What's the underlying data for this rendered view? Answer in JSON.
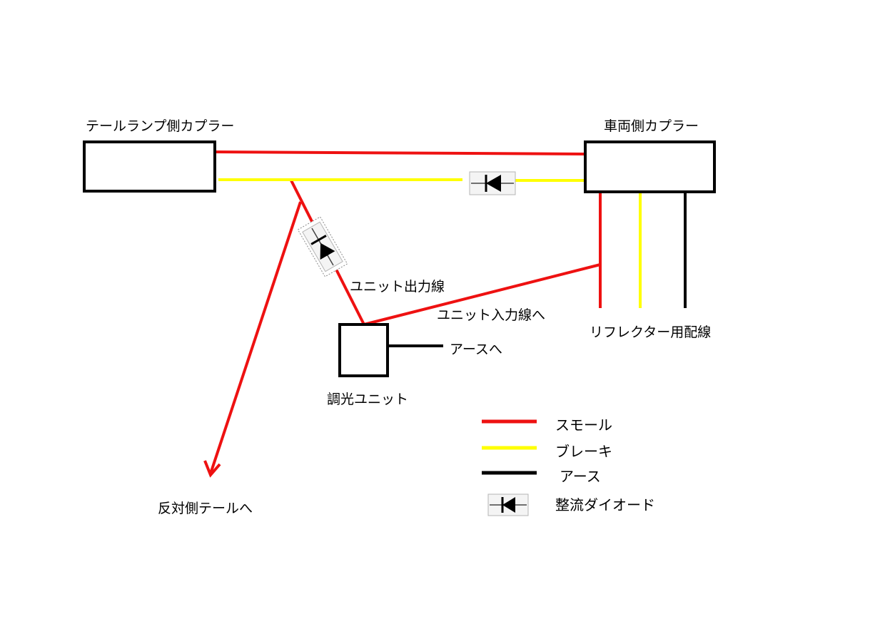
{
  "colors": {
    "small": "#ee1111",
    "brake": "#ffff00",
    "ground": "#000000",
    "diode": "#000000"
  },
  "labels": {
    "tail_coupler": "テールランプ側カプラー",
    "vehicle_coupler": "車両側カプラー",
    "unit_output": "ユニット出力線",
    "unit_input": "ユニット入力線へ",
    "reflector_wiring": "リフレクター用配線",
    "to_ground": "アースへ",
    "dimmer_unit": "調光ユニット",
    "to_other_tail": "反対側テールへ"
  },
  "legend": {
    "small": "スモール",
    "brake": "ブレーキ",
    "ground": "アース",
    "diode": "整流ダイオード"
  }
}
